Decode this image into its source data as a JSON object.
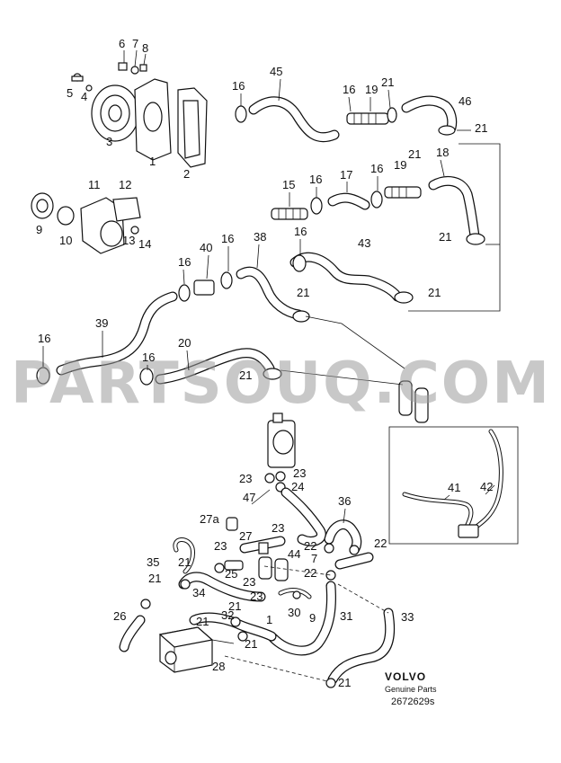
{
  "watermark": "PARTSOUQ.COM",
  "brand": {
    "name": "VOLVO",
    "tagline": "Genuine Parts",
    "code": "2672629s"
  },
  "callouts": {
    "c6": "6",
    "c7": "7",
    "c8": "8",
    "c5": "5",
    "c4": "4",
    "c3": "3",
    "c1": "1",
    "c2": "2",
    "c16a": "16",
    "c45": "45",
    "c16b": "16",
    "c19a": "19",
    "c21a": "21",
    "c46": "46",
    "c21b": "21",
    "c11": "11",
    "c12": "12",
    "c9": "9",
    "c10": "10",
    "c13": "13",
    "c14": "14",
    "c15": "15",
    "c16c": "16",
    "c17": "17",
    "c16d": "16",
    "c19b": "19",
    "c21c": "21",
    "c18": "18",
    "c40": "40",
    "c16e": "16",
    "c38": "38",
    "c16f": "16",
    "c43": "43",
    "c21d": "21",
    "c16g": "16",
    "c21e": "21",
    "c21f": "21",
    "c39": "39",
    "c16h": "16",
    "c16i": "16",
    "c20": "20",
    "c21g": "21",
    "c23a": "23",
    "c23b": "23",
    "c47": "47",
    "c24": "24",
    "c36": "36",
    "c27a": "27a",
    "c27": "27",
    "c23c": "23",
    "c23d": "23",
    "c44": "44",
    "c22a": "22",
    "c22b": "22",
    "c22c": "22",
    "c7b": "7",
    "c35": "35",
    "c21h": "21",
    "c21i": "21",
    "c25": "25",
    "c23e": "23",
    "c34": "34",
    "c21j": "21",
    "c23f": "23",
    "c30": "30",
    "c9b": "9",
    "c31": "31",
    "c33": "33",
    "c26": "26",
    "c21k": "21",
    "c32": "32",
    "c1b": "1",
    "c21l": "21",
    "c28": "28",
    "c21m": "21",
    "c41": "41",
    "c42": "42"
  }
}
